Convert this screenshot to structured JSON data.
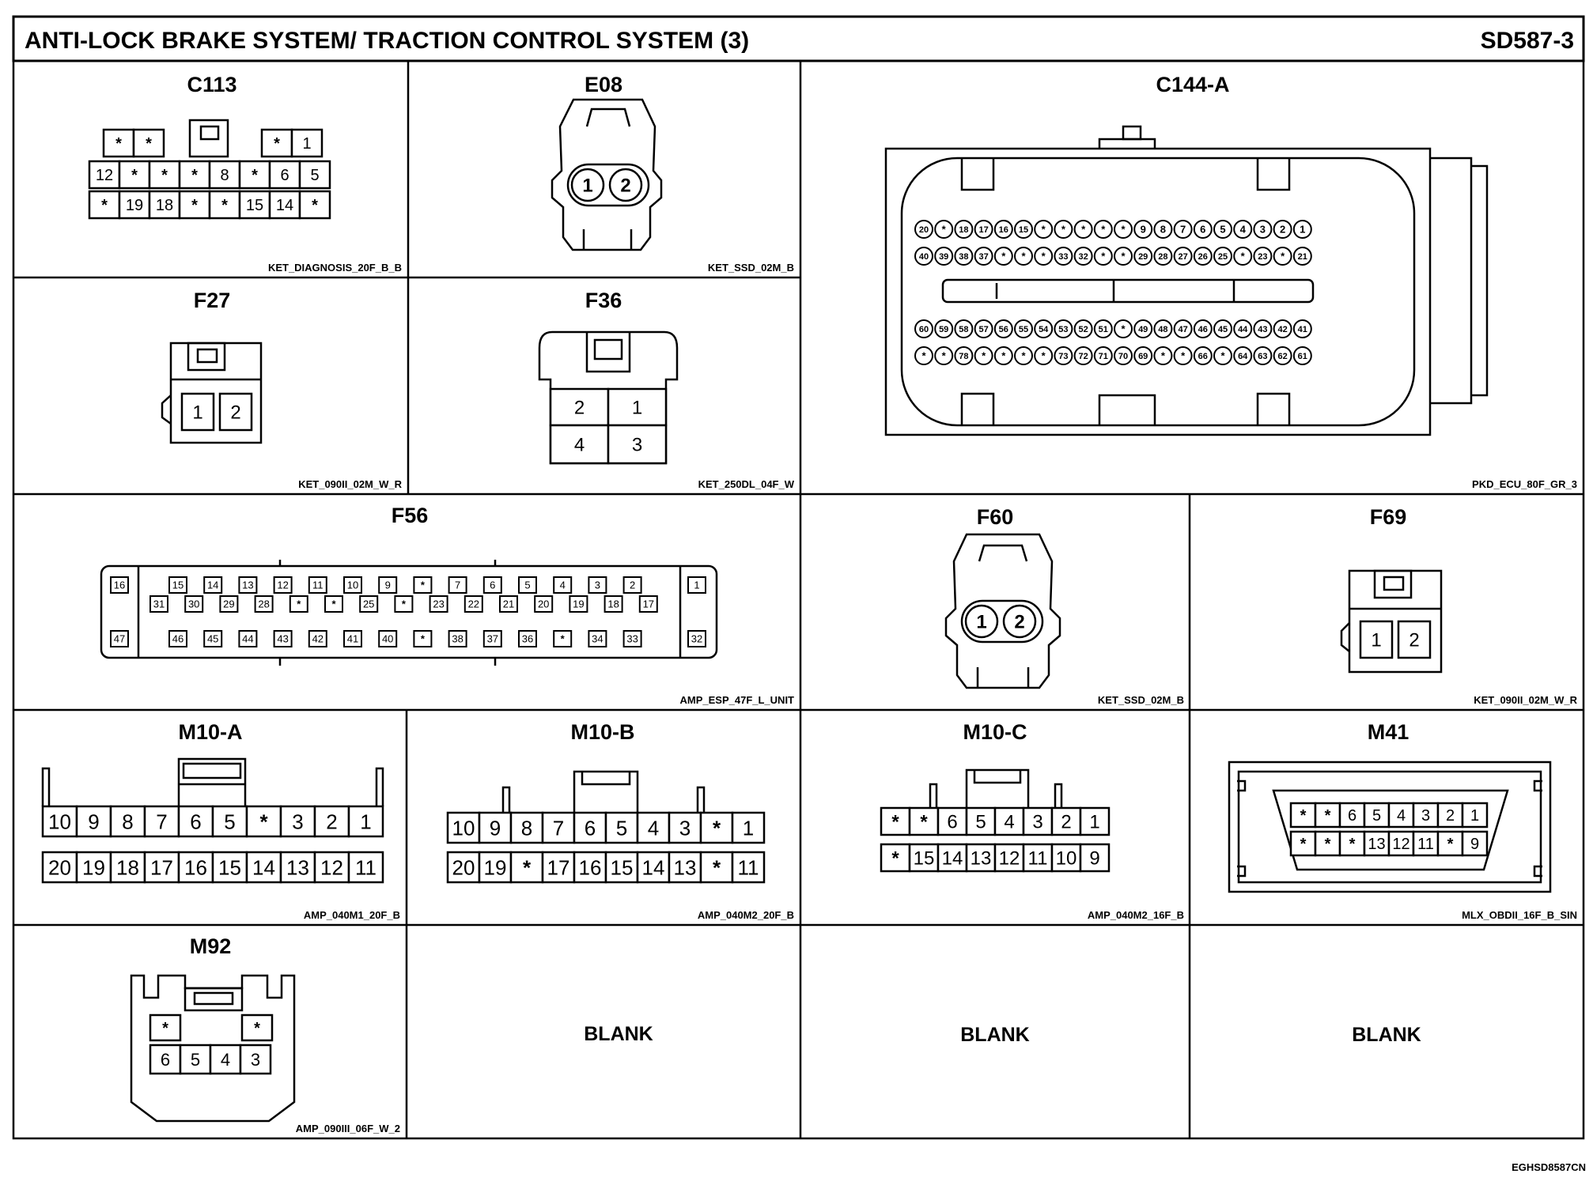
{
  "sheet": {
    "title": "ANTI-LOCK BRAKE SYSTEM/ TRACTION CONTROL SYSTEM (3)",
    "page_id": "SD587-3",
    "footer_code": "EGHSD8587CN"
  },
  "connectors": {
    "c113": {
      "name": "C113",
      "code": "KET_DIAGNOSIS_20F_B_B",
      "rows": [
        [
          "*",
          "*",
          "*",
          "1"
        ],
        [
          "12",
          "*",
          "*",
          "*",
          "8",
          "*",
          "6",
          "5"
        ],
        [
          "*",
          "19",
          "18",
          "*",
          "*",
          "15",
          "14",
          "*"
        ]
      ]
    },
    "e08": {
      "name": "E08",
      "code": "KET_SSD_02M_B",
      "pins": [
        "1",
        "2"
      ]
    },
    "c144a": {
      "name": "C144-A",
      "code": "PKD_ECU_80F_GR_3",
      "rows": [
        [
          "20",
          "*",
          "18",
          "17",
          "16",
          "15",
          "*",
          "*",
          "*",
          "*",
          "*",
          "9",
          "8",
          "7",
          "6",
          "5",
          "4",
          "3",
          "2",
          "1"
        ],
        [
          "40",
          "39",
          "38",
          "37",
          "*",
          "*",
          "*",
          "33",
          "32",
          "*",
          "*",
          "29",
          "28",
          "27",
          "26",
          "25",
          "*",
          "23",
          "*",
          "21"
        ],
        [
          "60",
          "59",
          "58",
          "57",
          "56",
          "55",
          "54",
          "53",
          "52",
          "51",
          "*",
          "49",
          "48",
          "47",
          "46",
          "45",
          "44",
          "43",
          "42",
          "41"
        ],
        [
          "*",
          "*",
          "78",
          "*",
          "*",
          "*",
          "*",
          "73",
          "72",
          "71",
          "70",
          "69",
          "*",
          "*",
          "66",
          "*",
          "64",
          "63",
          "62",
          "61"
        ]
      ]
    },
    "f27": {
      "name": "F27",
      "code": "KET_090II_02M_W_R",
      "pins": [
        "1",
        "2"
      ]
    },
    "f36": {
      "name": "F36",
      "code": "KET_250DL_04F_W",
      "rows": [
        [
          "2",
          "1"
        ],
        [
          "4",
          "3"
        ]
      ]
    },
    "f56": {
      "name": "F56",
      "code": "AMP_ESP_47F_L_UNIT",
      "left": [
        "16",
        "47"
      ],
      "right": [
        "1",
        "32"
      ],
      "row1": [
        "15",
        "14",
        "13",
        "12",
        "11",
        "10",
        "9",
        "*",
        "7",
        "6",
        "5",
        "4",
        "3",
        "2"
      ],
      "row2": [
        "31",
        "30",
        "29",
        "28",
        "*",
        "*",
        "25",
        "*",
        "23",
        "22",
        "21",
        "20",
        "19",
        "18",
        "17"
      ],
      "row3": [
        "46",
        "45",
        "44",
        "43",
        "42",
        "41",
        "40",
        "*",
        "38",
        "37",
        "36",
        "*",
        "34",
        "33"
      ]
    },
    "f60": {
      "name": "F60",
      "code": "KET_SSD_02M_B",
      "pins": [
        "1",
        "2"
      ]
    },
    "f69": {
      "name": "F69",
      "code": "KET_090II_02M_W_R",
      "pins": [
        "1",
        "2"
      ]
    },
    "m10a": {
      "name": "M10-A",
      "code": "AMP_040M1_20F_B",
      "rows": [
        [
          "10",
          "9",
          "8",
          "7",
          "6",
          "5",
          "*",
          "3",
          "2",
          "1"
        ],
        [
          "20",
          "19",
          "18",
          "17",
          "16",
          "15",
          "14",
          "13",
          "12",
          "11"
        ]
      ]
    },
    "m10b": {
      "name": "M10-B",
      "code": "AMP_040M2_20F_B",
      "rows": [
        [
          "10",
          "9",
          "8",
          "7",
          "6",
          "5",
          "4",
          "3",
          "*",
          "1"
        ],
        [
          "20",
          "19",
          "*",
          "17",
          "16",
          "15",
          "14",
          "13",
          "*",
          "11"
        ]
      ]
    },
    "m10c": {
      "name": "M10-C",
      "code": "AMP_040M2_16F_B",
      "rows": [
        [
          "*",
          "*",
          "6",
          "5",
          "4",
          "3",
          "2",
          "1"
        ],
        [
          "*",
          "15",
          "14",
          "13",
          "12",
          "11",
          "10",
          "9"
        ]
      ]
    },
    "m41": {
      "name": "M41",
      "code": "MLX_OBDII_16F_B_SIN",
      "rows": [
        [
          "*",
          "*",
          "6",
          "5",
          "4",
          "3",
          "2",
          "1"
        ],
        [
          "*",
          "*",
          "*",
          "13",
          "12",
          "11",
          "*",
          "9"
        ]
      ]
    },
    "m92": {
      "name": "M92",
      "code": "AMP_090III_06F_W_2",
      "rows": [
        [
          "*",
          "*"
        ],
        [
          "6",
          "5",
          "4",
          "3"
        ]
      ]
    }
  },
  "blanks": [
    "BLANK",
    "BLANK",
    "BLANK"
  ]
}
